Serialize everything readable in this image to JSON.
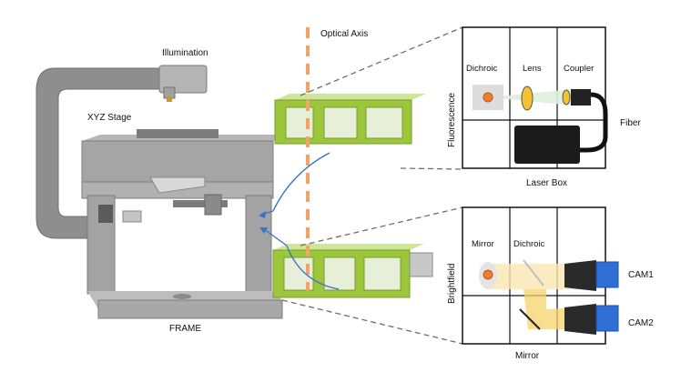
{
  "labels": {
    "illumination": "Illumination",
    "xyz_stage": "XYZ Stage",
    "optical_axis": "Optical Axis",
    "frame": "FRAME",
    "fiber": "Fiber",
    "laser_box": "Laser Box",
    "fluorescence": "Fluorescence",
    "brightfield": "Brightfield",
    "mirror_bottom": "Mirror"
  },
  "fluorescence_panel": {
    "headers": [
      "Dichroic",
      "Lens",
      "Coupler"
    ]
  },
  "brightfield_panel": {
    "headers": [
      "Mirror",
      "Dichroic"
    ],
    "cameras": [
      "CAM1",
      "CAM2"
    ]
  },
  "colors": {
    "frame_gray": "#9a9a9a",
    "module_green": "#9cc63b",
    "optical_axis": "#f2a36a",
    "arrow_blue": "#3a73c8",
    "camera_blue": "#2f6fd6",
    "beam_yellow": "#f5d36a",
    "source_orange": "#f07d2c"
  }
}
